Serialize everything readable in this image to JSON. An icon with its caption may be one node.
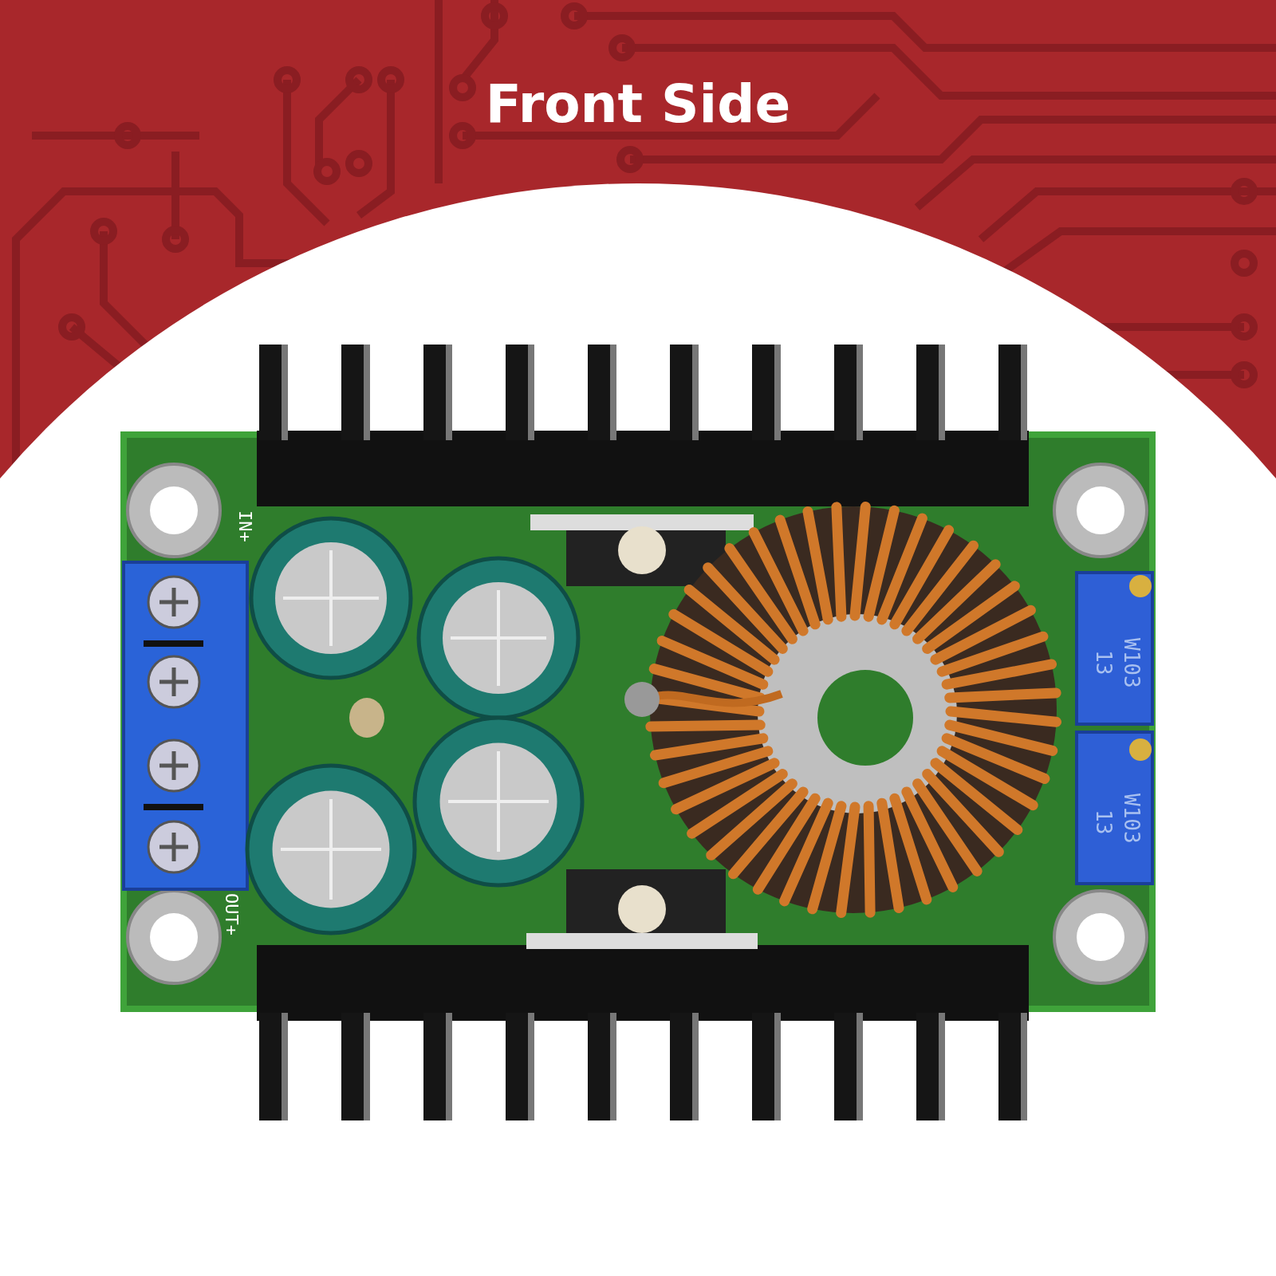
{
  "diagram": {
    "title": "Front Side",
    "labels": [
      "IN+",
      "OUT+",
      "13",
      "W103",
      "13",
      "W103"
    ]
  }
}
